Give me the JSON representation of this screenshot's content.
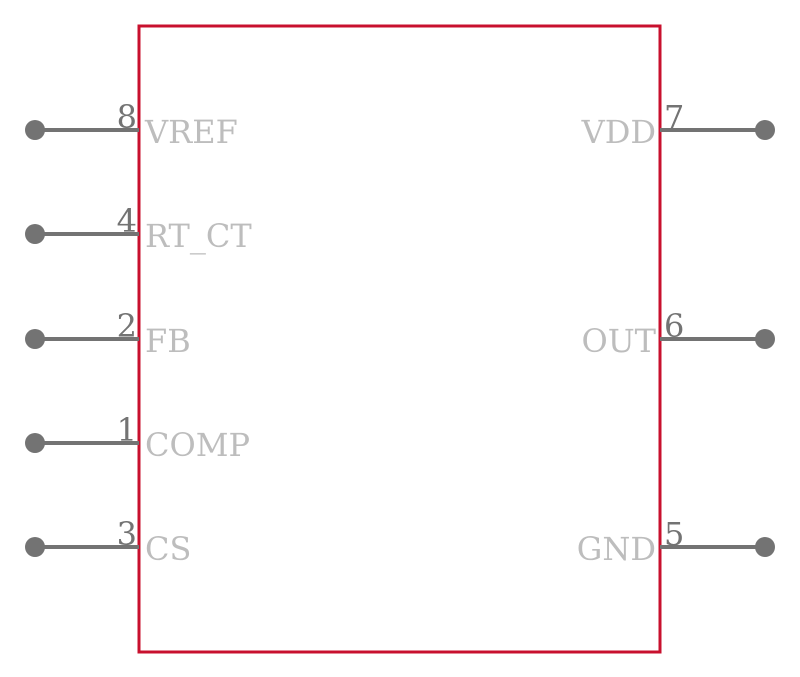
{
  "component": {
    "body_color": "#C8102E",
    "pin_color": "#737373",
    "label_color": "#BDBDBD",
    "number_color": "#737373"
  },
  "left_pins": [
    {
      "number": "8",
      "name": "VREF"
    },
    {
      "number": "4",
      "name": "RT_CT"
    },
    {
      "number": "2",
      "name": "FB"
    },
    {
      "number": "1",
      "name": "COMP"
    },
    {
      "number": "3",
      "name": "CS"
    }
  ],
  "right_pins": [
    {
      "number": "7",
      "name": "VDD"
    },
    {
      "number": "6",
      "name": "OUT"
    },
    {
      "number": "5",
      "name": "GND"
    }
  ]
}
